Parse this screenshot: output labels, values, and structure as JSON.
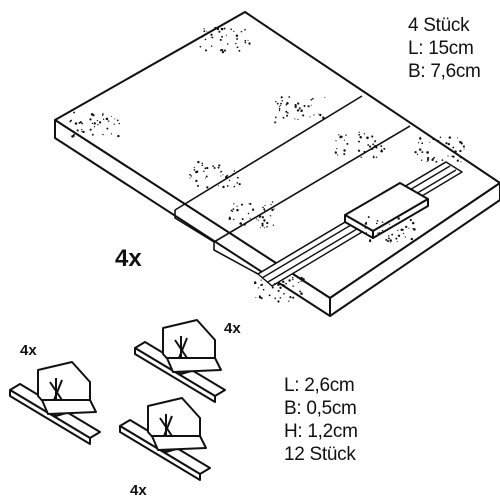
{
  "plate": {
    "quantity_mark": "4x",
    "specs": [
      "4 Stück",
      "L: 15cm",
      "B: 7,6cm"
    ]
  },
  "bumpers": {
    "quantity_marks": [
      "4x",
      "4x",
      "4x"
    ],
    "specs": [
      "L: 2,6cm",
      "B: 0,5cm",
      "H: 1,2cm",
      "12 Stück"
    ]
  },
  "colors": {
    "line": "#111111",
    "fill": "#ffffff"
  }
}
